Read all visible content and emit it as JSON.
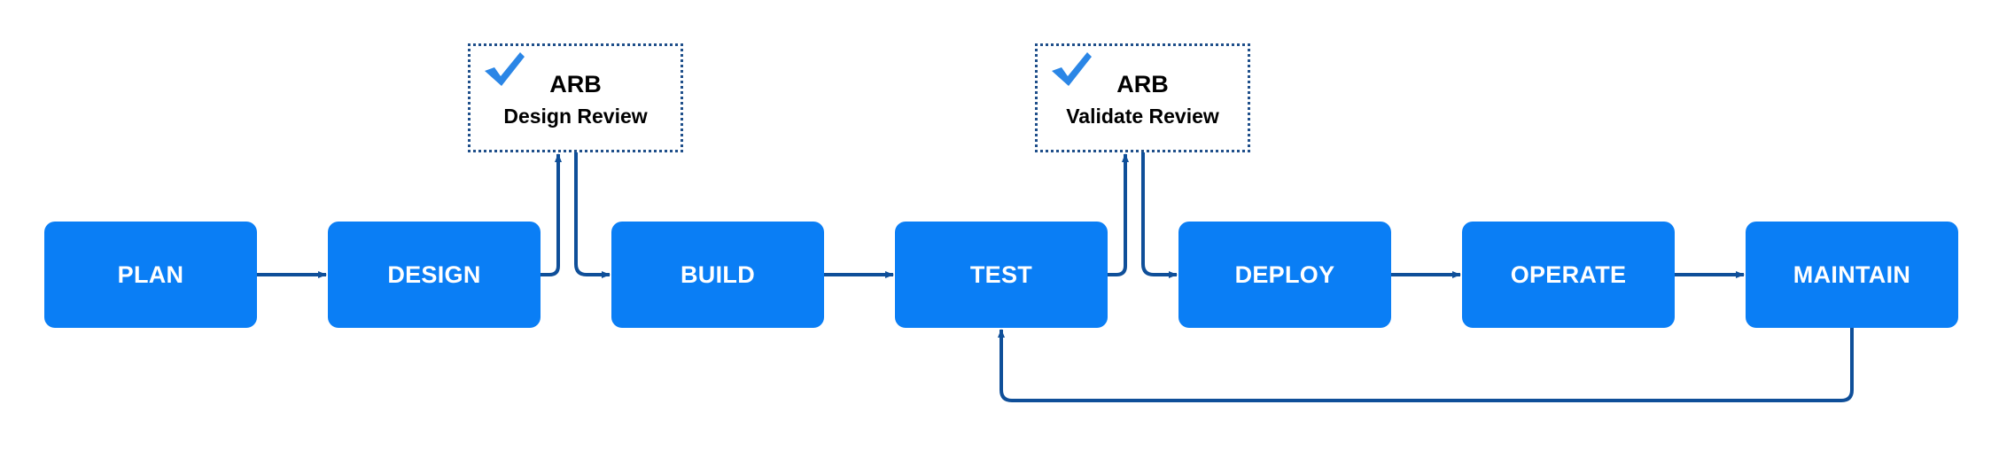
{
  "stages": [
    {
      "id": "plan",
      "label": "PLAN"
    },
    {
      "id": "design",
      "label": "DESIGN"
    },
    {
      "id": "build",
      "label": "BUILD"
    },
    {
      "id": "test",
      "label": "TEST"
    },
    {
      "id": "deploy",
      "label": "DEPLOY"
    },
    {
      "id": "operate",
      "label": "OPERATE"
    },
    {
      "id": "maintain",
      "label": "MAINTAIN"
    }
  ],
  "reviews": [
    {
      "id": "design-review",
      "title": "ARB",
      "subtitle": "Design Review",
      "icon": "checkmark-icon",
      "between": [
        "design",
        "build"
      ]
    },
    {
      "id": "validate-review",
      "title": "ARB",
      "subtitle": "Validate Review",
      "icon": "checkmark-icon",
      "between": [
        "test",
        "deploy"
      ]
    }
  ],
  "feedback": {
    "from": "maintain",
    "to": "test"
  },
  "colors": {
    "stage_fill": "#0a7ef5",
    "stage_text": "#ffffff",
    "connector": "#0f4f99",
    "review_border": "#1f4f8a",
    "check": "#2b86e6"
  }
}
